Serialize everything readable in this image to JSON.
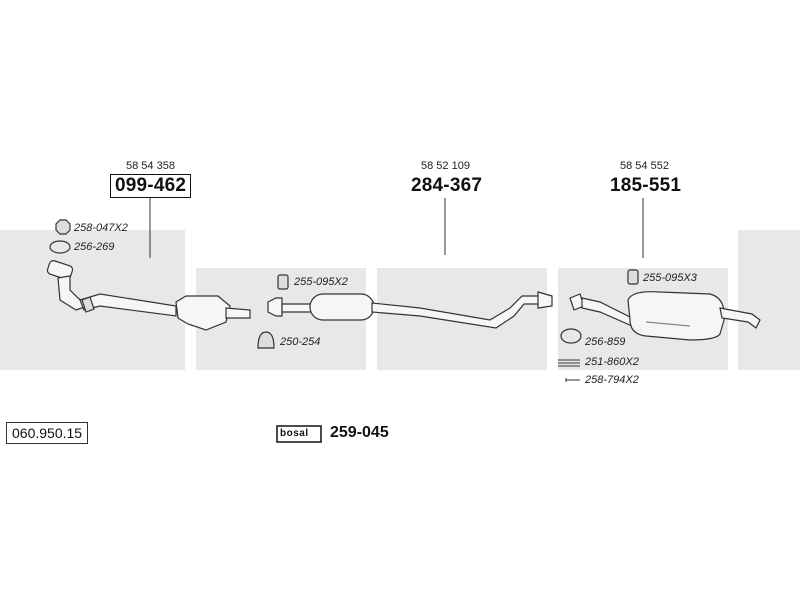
{
  "diagram": {
    "diagram_code": "060.950.15",
    "kit_number": "259-045",
    "logo_text": "bosal",
    "sections": [
      {
        "oe_number": "58 54 358",
        "part_number": "099-462"
      },
      {
        "oe_number": "58 52 109",
        "part_number": "284-367"
      },
      {
        "oe_number": "58 54 552",
        "part_number": "185-551"
      }
    ],
    "accessories": [
      {
        "part": "258-047X2",
        "icon": "nut-icon"
      },
      {
        "part": "256-269",
        "icon": "gasket-ring-icon"
      },
      {
        "part": "255-095X2",
        "icon": "clamp-icon"
      },
      {
        "part": "250-254",
        "icon": "rubber-hanger-icon"
      },
      {
        "part": "255-095X3",
        "icon": "clamp-icon"
      },
      {
        "part": "256-859",
        "icon": "gasket-ring-icon"
      },
      {
        "part": "251-860X2",
        "icon": "spring-icon"
      },
      {
        "part": "258-794X2",
        "icon": "bolt-icon"
      }
    ]
  }
}
